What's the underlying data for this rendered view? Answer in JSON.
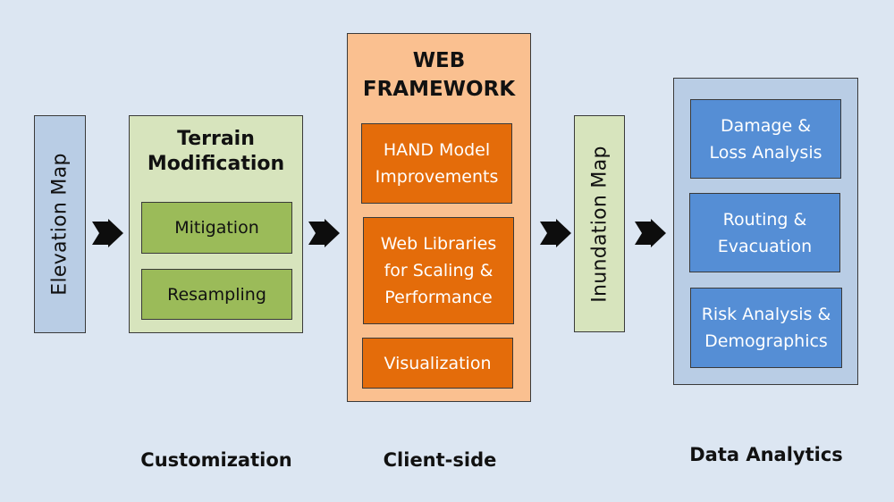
{
  "diagram": {
    "elevation_map": {
      "label": "Elevation Map"
    },
    "terrain_modification": {
      "title_line1": "Terrain",
      "title_line2": "Modification",
      "items": [
        {
          "label": "Mitigation"
        },
        {
          "label": "Resampling"
        }
      ]
    },
    "web_framework": {
      "title_line1": "WEB",
      "title_line2": "FRAMEWORK",
      "items": [
        {
          "line1": "HAND Model",
          "line2": "Improvements"
        },
        {
          "line1": "Web Libraries",
          "line2": "for Scaling &",
          "line3": "Performance"
        },
        {
          "line1": "Visualization"
        }
      ]
    },
    "inundation_map": {
      "label": "Inundation Map"
    },
    "data_analytics_items": [
      {
        "line1": "Damage &",
        "line2": "Loss Analysis"
      },
      {
        "line1": "Routing &",
        "line2": "Evacuation"
      },
      {
        "line1": "Risk Analysis &",
        "line2": "Demographics"
      }
    ],
    "arrows": [
      "arrow-right-icon",
      "arrow-right-icon",
      "arrow-right-icon",
      "arrow-right-icon"
    ],
    "captions": {
      "customization": "Customization",
      "client_side": "Client-side",
      "data_analytics": "Data Analytics"
    },
    "colors": {
      "background": "#dce6f2",
      "elevation_fill": "#b9cde5",
      "terrain_fill": "#d7e4bd",
      "terrain_item_fill": "#9bbb59",
      "framework_fill": "#fac090",
      "framework_item_fill": "#e46c0a",
      "inundation_fill": "#d7e4bd",
      "analytics_fill": "#b9cde5",
      "analytics_item_fill": "#558ed5"
    }
  }
}
